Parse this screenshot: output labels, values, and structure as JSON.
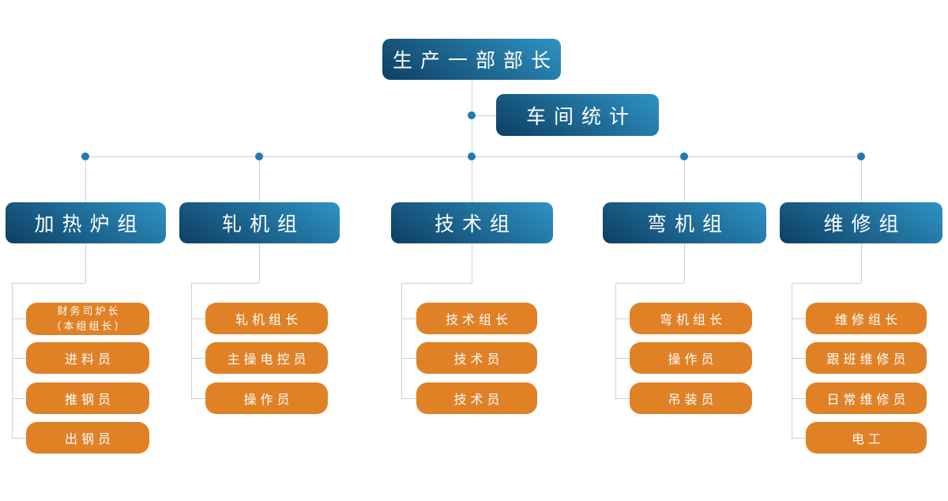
{
  "colors": {
    "blue-dark": "#0e3f63",
    "blue-light": "#2e93c4",
    "orange": "#e08126",
    "line": "#cfcfcf",
    "dot": "#1f7cb0",
    "node-text": "#ffffff"
  },
  "chart": {
    "type": "org-chart",
    "root": {
      "label": "生产一部部长"
    },
    "staff": {
      "label": "车间统计"
    },
    "groups": [
      {
        "label": "加热炉组",
        "members": [
          {
            "label": "财务司炉长",
            "sub": "（本组组长）"
          },
          {
            "label": "进料员"
          },
          {
            "label": "推钢员"
          },
          {
            "label": "出钢员"
          }
        ]
      },
      {
        "label": "轧机组",
        "members": [
          {
            "label": "轧机组长"
          },
          {
            "label": "主操电控员"
          },
          {
            "label": "操作员"
          }
        ]
      },
      {
        "label": "技术组",
        "members": [
          {
            "label": "技术组长"
          },
          {
            "label": "技术员"
          },
          {
            "label": "技术员"
          }
        ]
      },
      {
        "label": "弯机组",
        "members": [
          {
            "label": "弯机组长"
          },
          {
            "label": "操作员"
          },
          {
            "label": "吊装员"
          }
        ]
      },
      {
        "label": "维修组",
        "members": [
          {
            "label": "维修组长"
          },
          {
            "label": "跟班维修员"
          },
          {
            "label": "日常维修员"
          },
          {
            "label": "电工"
          }
        ]
      }
    ]
  }
}
